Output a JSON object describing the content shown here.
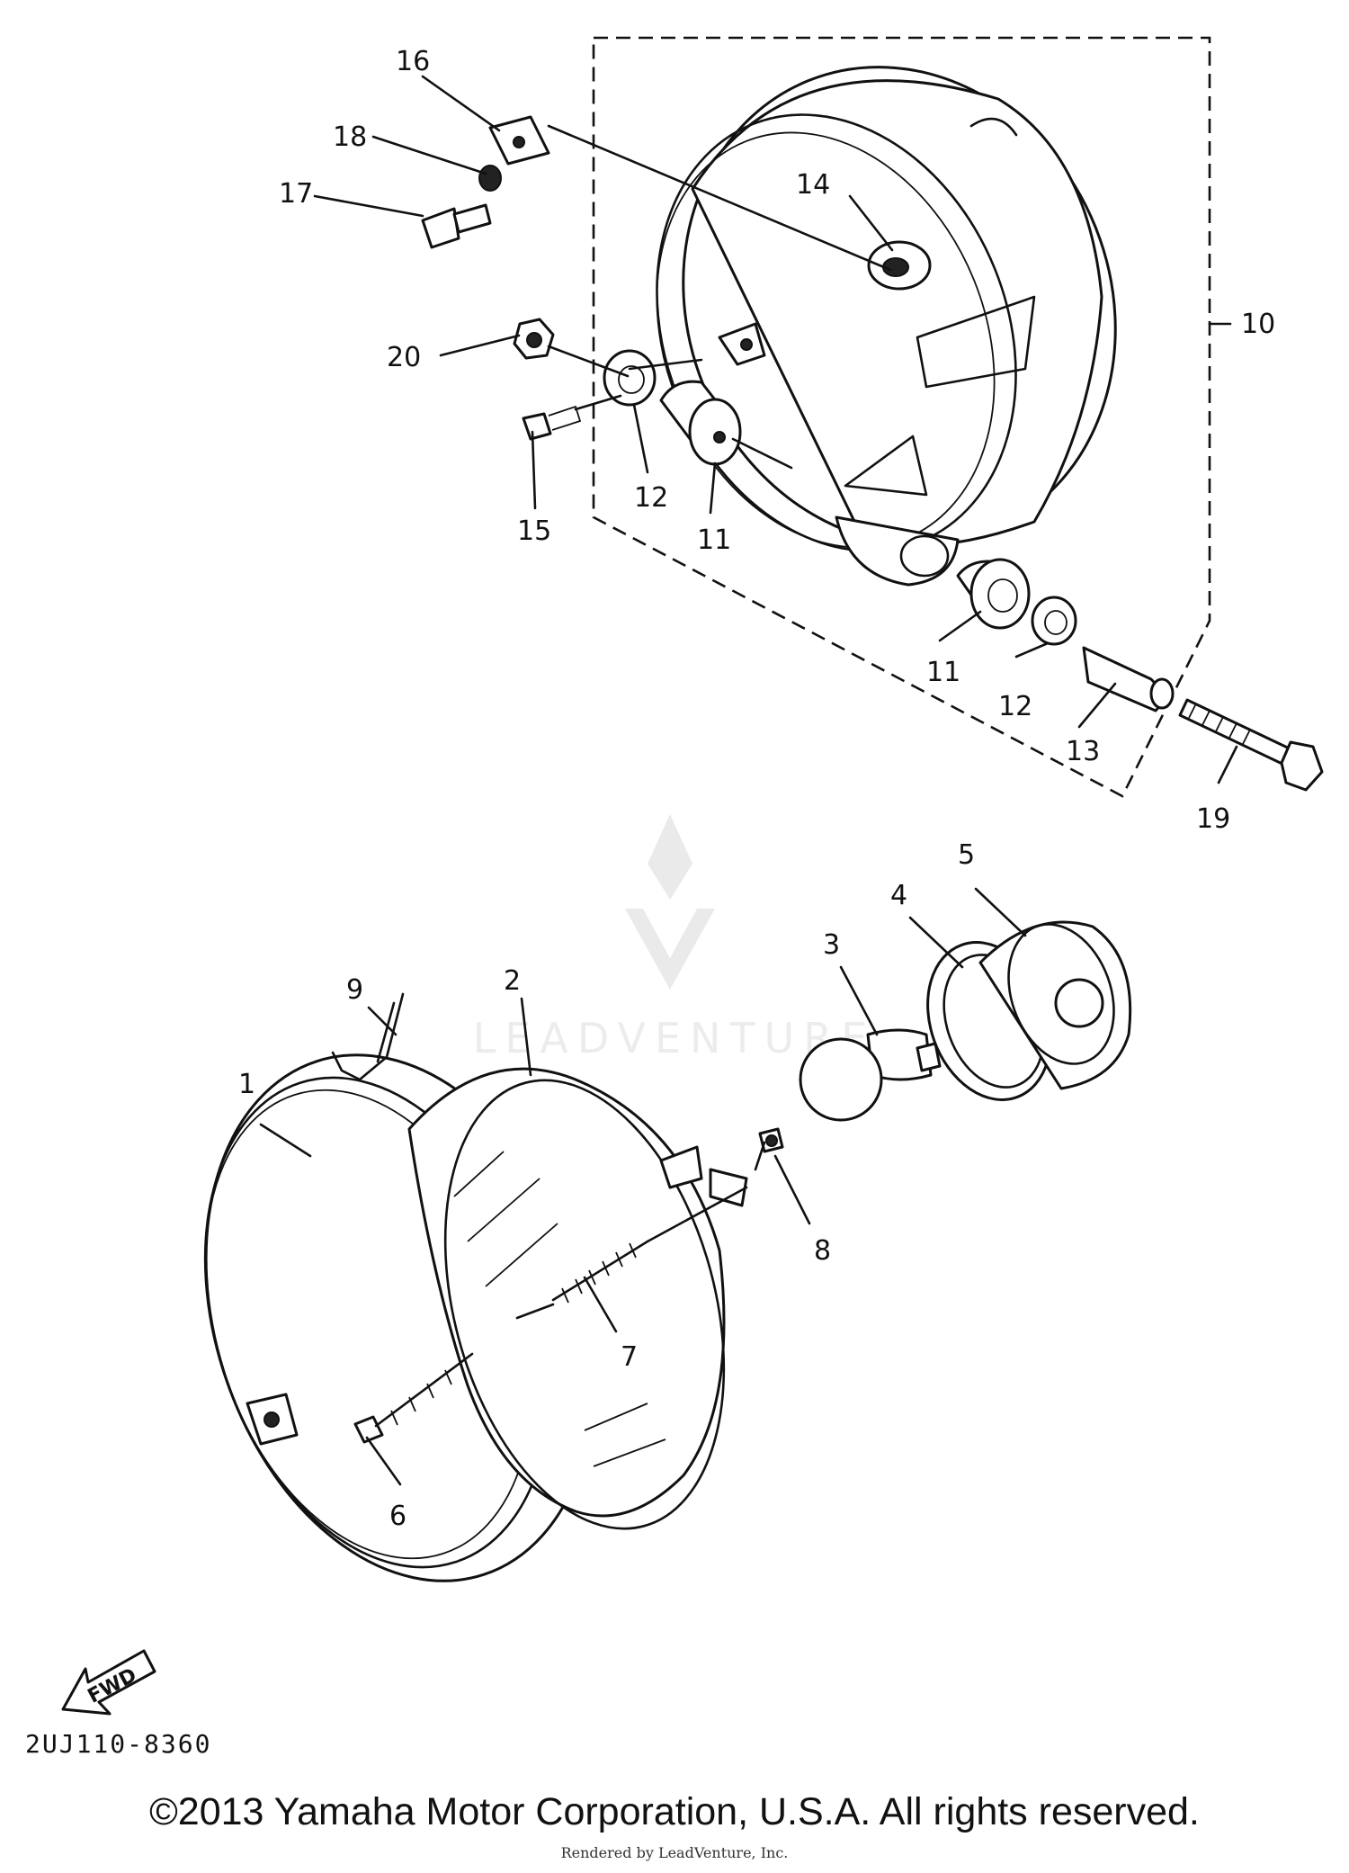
{
  "diagram": {
    "code": "2UJ110-8360",
    "fwd_label": "FWD",
    "watermark": "LEADVENTURE",
    "labels": {
      "p1": "1",
      "p2": "2",
      "p3": "3",
      "p4": "4",
      "p5": "5",
      "p6": "6",
      "p7": "7",
      "p8": "8",
      "p9": "9",
      "p10": "10",
      "p11a": "11",
      "p11b": "11",
      "p12a": "12",
      "p12b": "12",
      "p13": "13",
      "p14": "14",
      "p15": "15",
      "p16": "16",
      "p17": "17",
      "p18": "18",
      "p19": "19",
      "p20": "20"
    }
  },
  "footer": {
    "copyright": "©2013 Yamaha Motor Corporation, U.S.A. All rights reserved.",
    "rendered_by": "Rendered by LeadVenture, Inc."
  }
}
